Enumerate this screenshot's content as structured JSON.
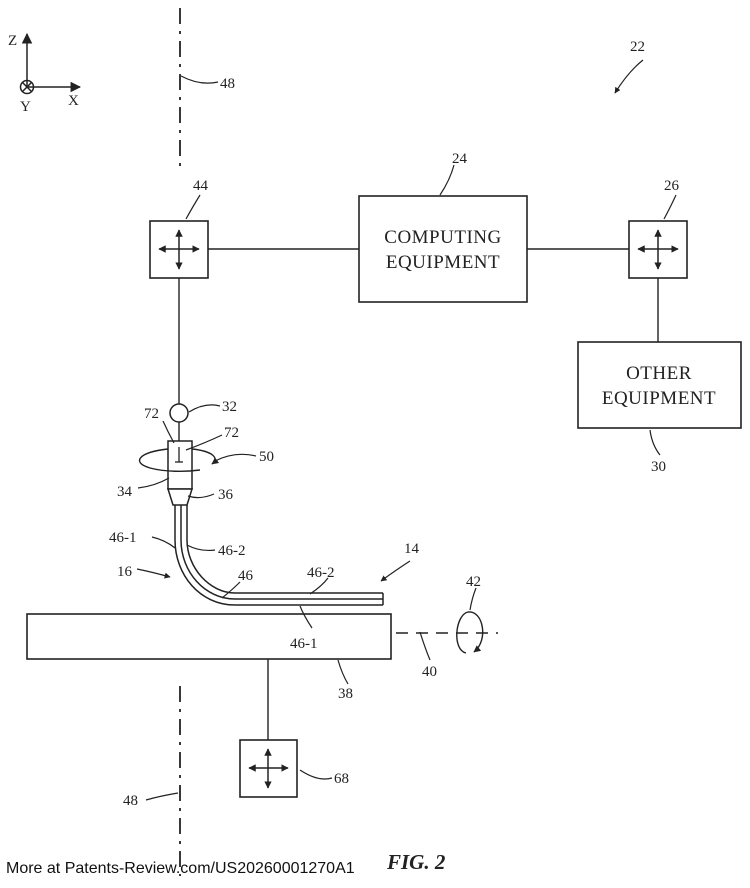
{
  "figure": {
    "number": "22",
    "caption": "FIG. 2",
    "axes": {
      "z": "Z",
      "x": "X",
      "y": "Y"
    },
    "boxes": {
      "computing": {
        "line1": "COMPUTING",
        "line2": "EQUIPMENT",
        "ref": "24"
      },
      "other": {
        "line1": "OTHER",
        "line2": "EQUIPMENT",
        "ref": "30"
      }
    },
    "refs": {
      "axis_line": "48",
      "positioner_top": "44",
      "positioner_right": "26",
      "positioner_bottom": "68",
      "joint": "32",
      "marker_left": "72",
      "marker_right": "72",
      "rotation_head": "50",
      "head_body": "34",
      "nozzle": "36",
      "strip_left_vertical": "46-1",
      "strip_right_vertical": "46-2",
      "strip_structure": "16",
      "strip_bend": "46",
      "strip_top_horizontal": "46-2",
      "strip_bottom_horizontal": "46-1",
      "device": "14",
      "rotation_axis": "42",
      "axis_label": "40",
      "platform": "38"
    }
  },
  "footer": {
    "text": "More at Patents-Review.com/US20260001270A1"
  }
}
